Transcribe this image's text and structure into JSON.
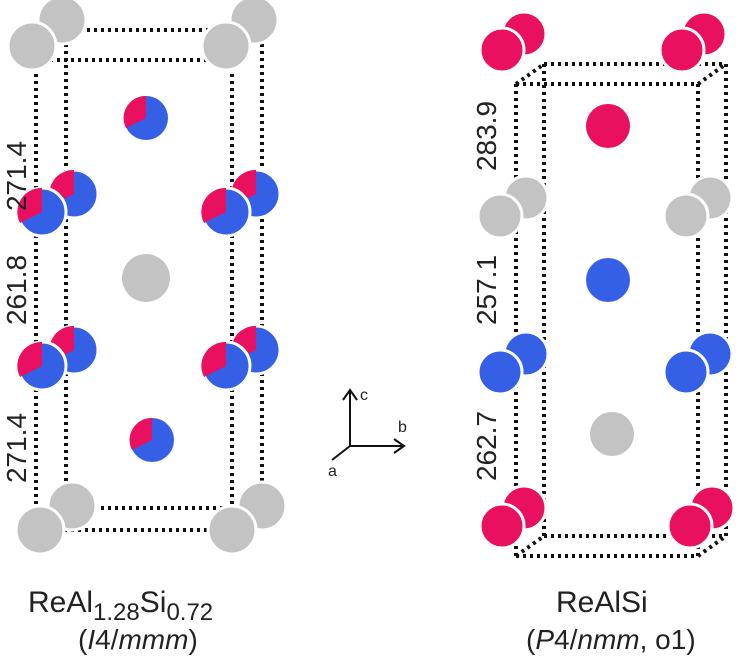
{
  "colors": {
    "gray_atom": "#c3c3c3",
    "magenta_atom": "#e8105f",
    "blue_atom": "#3560e6",
    "line": "#111111"
  },
  "left_structure": {
    "formula_base": "ReAl",
    "formula_sub1": "1.28",
    "formula_mid": "Si",
    "formula_sub2": "0.72",
    "sg_open": "(",
    "sg_italic": "I",
    "sg_mid": "4/",
    "sg_italic2": "mmm",
    "sg_close": ")",
    "distances": [
      "271.4",
      "261.8",
      "271.4"
    ]
  },
  "right_structure": {
    "formula": "ReAlSi",
    "sg_open": "(",
    "sg_italic": "P",
    "sg_mid": "4/",
    "sg_italic2": "nmm",
    "sg_tail": ", o1)",
    "distances": [
      "283.9",
      "257.1",
      "262.7"
    ]
  },
  "axes": {
    "c": "c",
    "b": "b",
    "a": "a"
  }
}
